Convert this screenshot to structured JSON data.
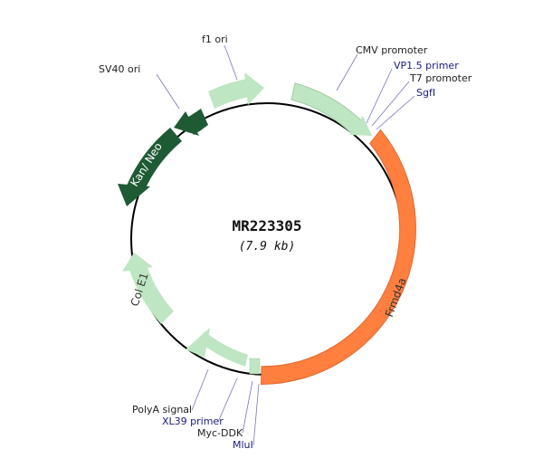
{
  "plasmid": {
    "name": "MR223305",
    "size": "(7.9 kb)"
  },
  "features": {
    "frmd4a": "Frmd4a",
    "kan_neo": "Kan/ Neo",
    "col_e1": "Col E1"
  },
  "labels": {
    "f1_ori": "f1 ori",
    "sv40_ori": "SV40 ori",
    "cmv_promoter": "CMV promoter",
    "vp15_primer": "VP1.5 primer",
    "t7_promoter": "T7 promoter",
    "sgfi": "SgfI",
    "polya_signal": "PolyA signal",
    "xl39_primer": "XL39 primer",
    "myc_ddk": "Myc-DDK",
    "mlui": "MluI"
  },
  "colors": {
    "backbone": "#000000",
    "insert": "#FF7F3F",
    "light_green": "#BFE6C2",
    "dark_green": "#1E5B34",
    "label_black": "#222222",
    "label_navy": "#1A1A80",
    "leader": "#7777BB"
  }
}
